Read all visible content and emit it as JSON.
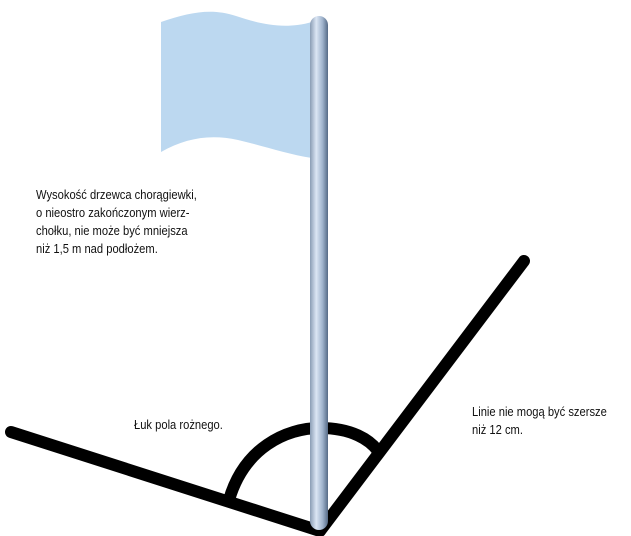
{
  "diagram": {
    "labels": {
      "flagpole_height": [
        "Wysokość drzewca chorągiewki,",
        "o nieostro zakończonym wierz-",
        "chołku, nie może być mniejsza",
        "niż 1,5 m nad podłożem."
      ],
      "corner_arc": "Łuk pola rożnego.",
      "line_width": [
        "Linie nie mogą być szersze",
        "niż 12 cm."
      ]
    },
    "colors": {
      "lines": "#000000",
      "flag_fill": "#bcd8f0",
      "pole_light": "#dbe6f4",
      "pole_mid": "#9fb3cc",
      "pole_dark": "#556a86"
    }
  }
}
